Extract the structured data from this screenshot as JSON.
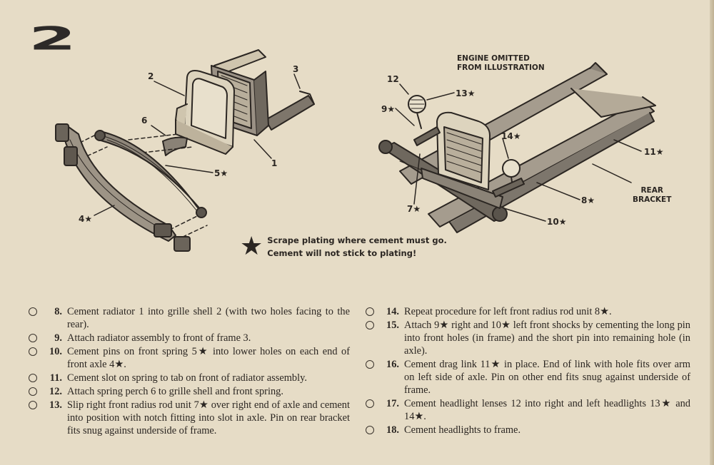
{
  "step_number": "2",
  "callouts": {
    "left": [
      {
        "id": "c1",
        "text": "1"
      },
      {
        "id": "c2",
        "text": "2"
      },
      {
        "id": "c3",
        "text": "3"
      },
      {
        "id": "c4",
        "text": "4★"
      },
      {
        "id": "c5",
        "text": "5★"
      },
      {
        "id": "c6",
        "text": "6"
      }
    ],
    "right": [
      {
        "id": "c7",
        "text": "7★"
      },
      {
        "id": "c8",
        "text": "8★"
      },
      {
        "id": "c9",
        "text": "9★"
      },
      {
        "id": "c10",
        "text": "10★"
      },
      {
        "id": "c11",
        "text": "11★"
      },
      {
        "id": "c12",
        "text": "12"
      },
      {
        "id": "c13",
        "text": "13★"
      },
      {
        "id": "c14",
        "text": "14★"
      }
    ]
  },
  "engine_note": [
    "ENGINE OMITTED",
    "FROM ILLUSTRATION"
  ],
  "rear_bracket": [
    "REAR",
    "BRACKET"
  ],
  "note": {
    "star": "★",
    "lines": [
      "Scrape plating where cement must go.",
      "Cement will not stick to plating!"
    ]
  },
  "steps_left": [
    {
      "num": "8.",
      "text": "Cement radiator 1 into grille shell 2 (with two holes facing to the rear)."
    },
    {
      "num": "9.",
      "text": "Attach radiator assembly to front of frame 3."
    },
    {
      "num": "10.",
      "text": "Cement pins on front spring 5★ into lower holes on each end of front axle 4★."
    },
    {
      "num": "11.",
      "text": "Cement slot on spring to tab on front of radiator assembly."
    },
    {
      "num": "12.",
      "text": "Attach spring perch 6 to grille shell and front spring."
    },
    {
      "num": "13.",
      "text": "Slip right front radius rod unit 7★ over right end of axle and cement into position with notch fitting into slot in axle. Pin on rear bracket fits snug against underside of frame."
    }
  ],
  "steps_right": [
    {
      "num": "14.",
      "text": "Repeat procedure for left front radius rod unit 8★."
    },
    {
      "num": "15.",
      "text": "Attach 9★ right and 10★ left front shocks by cementing the long pin into front holes (in frame) and the short pin into remaining hole (in axle)."
    },
    {
      "num": "16.",
      "text": "Cement drag link 11★ in place. End of link with hole fits over arm on left side of axle. Pin on other end fits snug against underside of frame."
    },
    {
      "num": "17.",
      "text": "Cement headlight lenses 12 into right and left headlights 13★ and 14★."
    },
    {
      "num": "18.",
      "text": "Cement headlights to frame."
    }
  ]
}
